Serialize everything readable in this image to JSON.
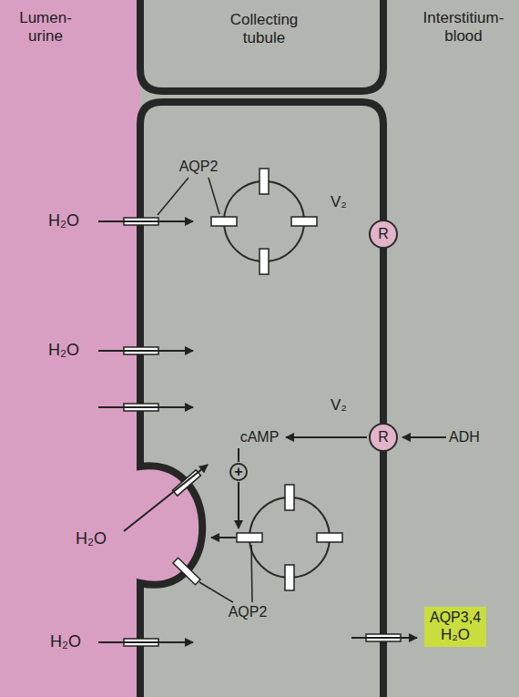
{
  "diagram": {
    "nodes": [
      {
        "text": [
          "Lumen- urine"
        ]
      },
      {
        "text": [
          "Collecting tubule"
        ]
      },
      {
        "text": [
          "Interstitium- blood"
        ]
      },
      {
        "text": [
          "V₂",
          "R"
        ]
      },
      {
        "text": [
          "V₂",
          "R"
        ]
      },
      {
        "text": [
          "+"
        ]
      },
      {
        "text": [
          "AQP3,4",
          "H₂O"
        ],
        "in": 2
      }
    ],
    "labels": [
      "AQP2",
      "H₂O",
      "H₂O",
      "cAMP",
      "ADH",
      "H₂O",
      "AQP2",
      "H₂O"
    ]
  }
}
